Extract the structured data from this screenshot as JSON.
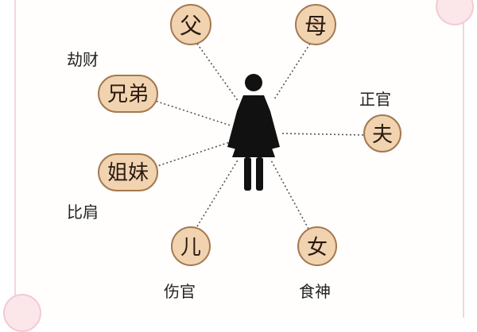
{
  "colors": {
    "node_fill": "#f1d3b0",
    "node_stroke": "#a4784f",
    "line": "#555555",
    "figure": "#111111",
    "frame": "#f3d5de"
  },
  "center": {
    "icon": "woman-figure-icon"
  },
  "nodes": [
    {
      "id": "fu",
      "text": "父"
    },
    {
      "id": "mu",
      "text": "母"
    },
    {
      "id": "xiongdi",
      "text": "兄弟"
    },
    {
      "id": "jiemei",
      "text": "姐妹"
    },
    {
      "id": "zhangfu",
      "text": "夫"
    },
    {
      "id": "er",
      "text": "儿"
    },
    {
      "id": "nv",
      "text": "女"
    }
  ],
  "labels": {
    "jiecai": "劫财",
    "bijian": "比肩",
    "zhengguan": "正官",
    "shangguan": "伤官",
    "shishen": "食神"
  }
}
